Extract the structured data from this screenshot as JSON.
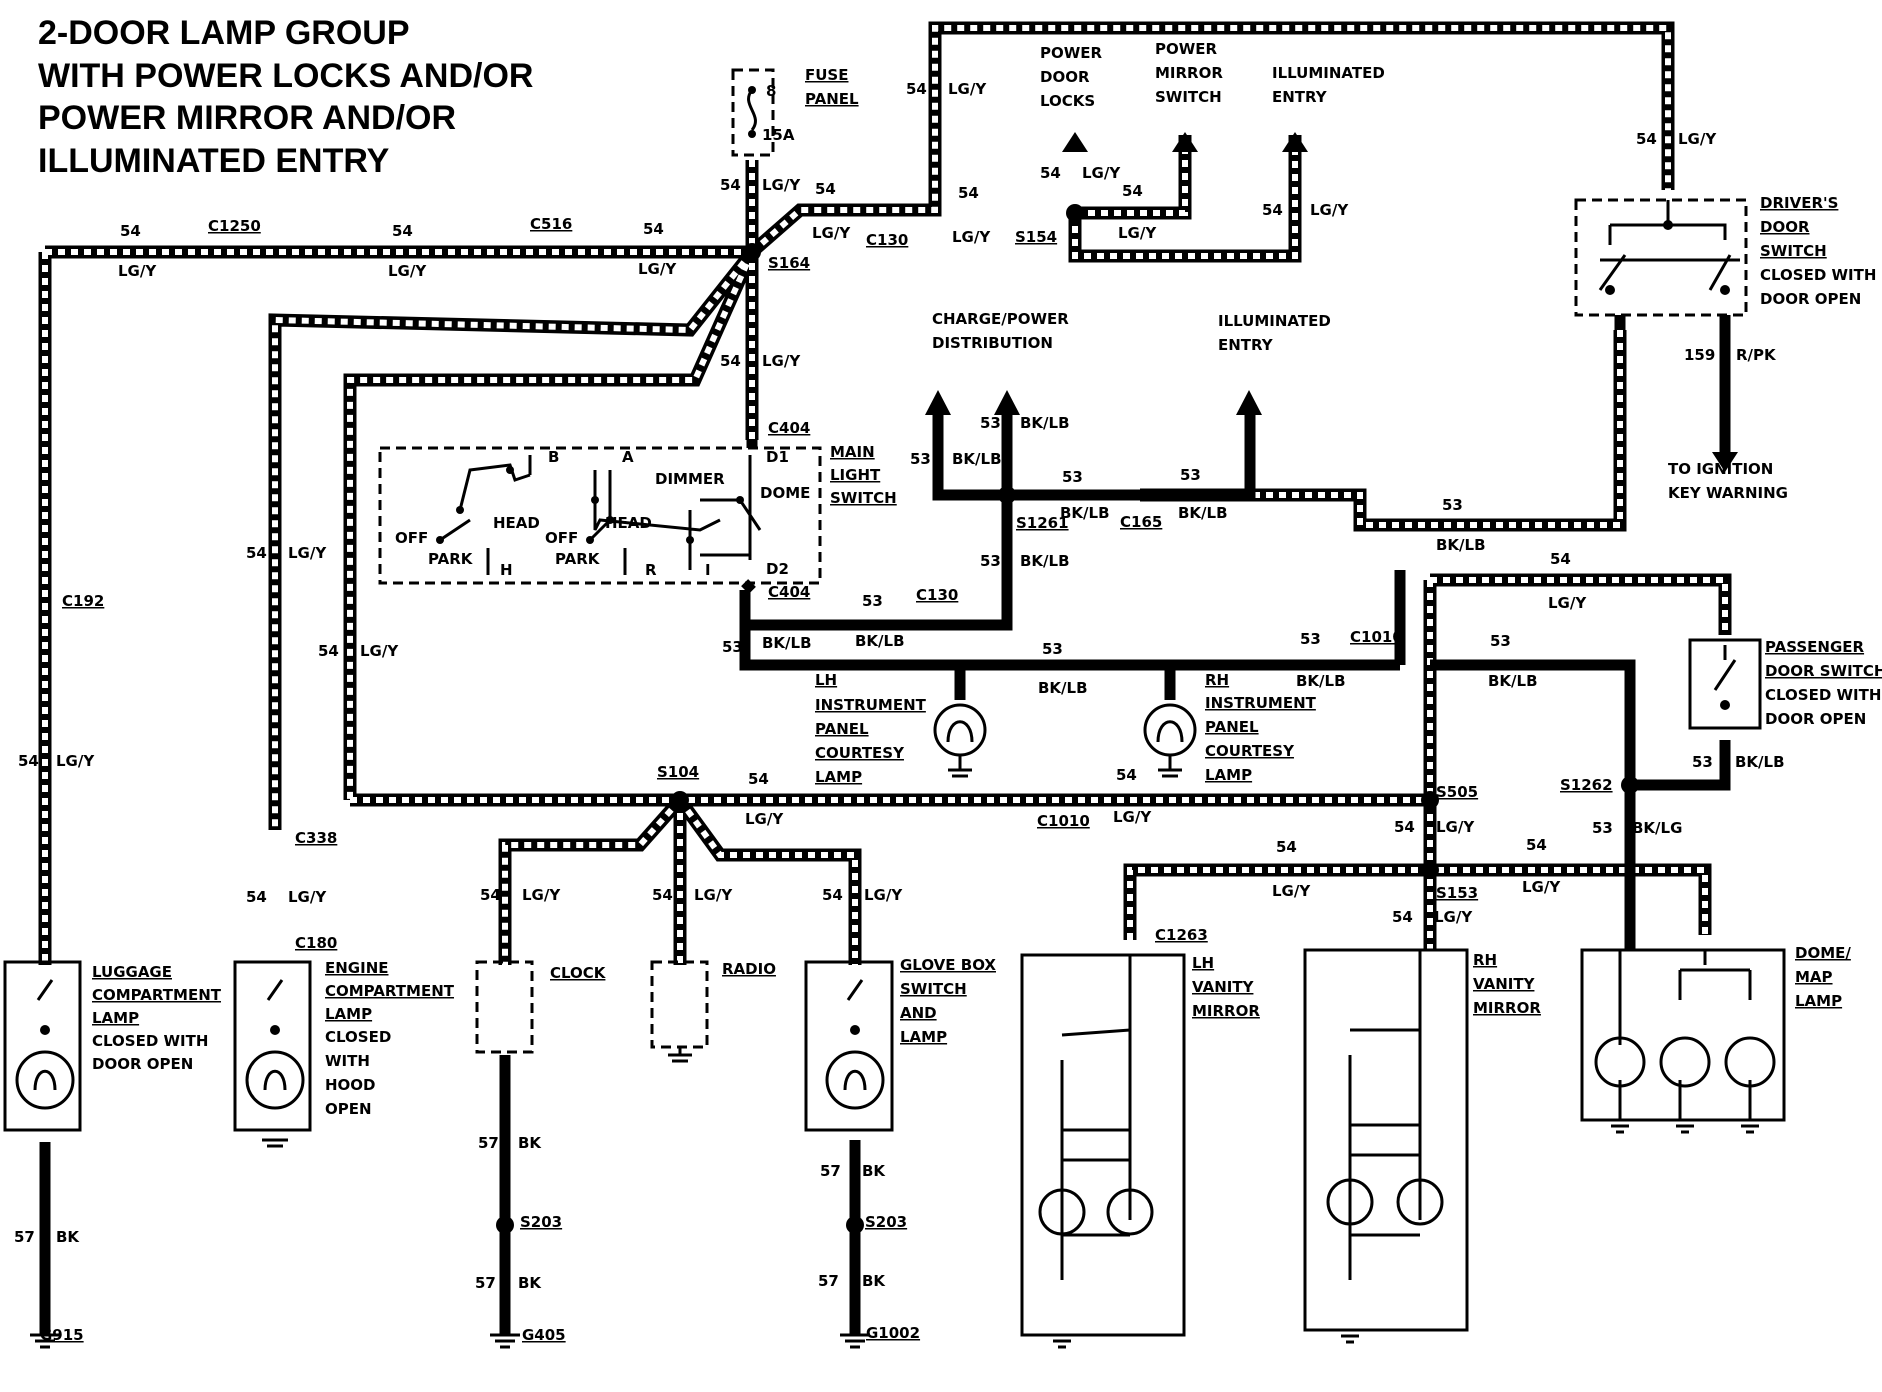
{
  "title": [
    "2-DOOR LAMP GROUP",
    "WITH POWER LOCKS AND/OR",
    "POWER MIRROR AND/OR",
    "ILLUMINATED ENTRY"
  ],
  "fuse": {
    "name_1": "FUSE",
    "name_2": "PANEL",
    "num": "8",
    "rating": "15A"
  },
  "destinations": {
    "power_door_locks": [
      "POWER",
      "DOOR",
      "LOCKS"
    ],
    "power_mirror_switch": [
      "POWER",
      "MIRROR",
      "SWITCH"
    ],
    "illuminated_entry_top": [
      "ILLUMINATED",
      "ENTRY"
    ],
    "charge_power": [
      "CHARGE/POWER",
      "DISTRIBUTION"
    ],
    "illuminated_entry_mid": [
      "ILLUMINATED",
      "ENTRY"
    ],
    "ignition": [
      "TO IGNITION",
      "KEY WARNING"
    ]
  },
  "connectors": {
    "c1250": "C1250",
    "c516": "C516",
    "c130a": "C130",
    "s154": "S154",
    "s164": "S164",
    "c404a": "C404",
    "c404b": "C404",
    "s1261": "S1261",
    "c165": "C165",
    "c130b": "C130",
    "c1010a": "C1010",
    "c1010b": "C1010",
    "c192": "C192",
    "c338": "C338",
    "c180": "C180",
    "s104": "S104",
    "s505": "S505",
    "s153": "S153",
    "s1262": "S1262",
    "c1263": "C1263",
    "s203a": "S203",
    "s203b": "S203",
    "g915": "G915",
    "g405": "G405",
    "g1002": "G1002"
  },
  "wires": {
    "w54": "54",
    "ly": "LG/Y",
    "w53": "53",
    "bklb": "BK/LB",
    "w57": "57",
    "bk": "BK",
    "w159": "159",
    "rpk": "R/PK",
    "bklg": "BK/LG"
  },
  "main_switch": {
    "name": [
      "MAIN",
      "LIGHT",
      "SWITCH"
    ],
    "b": "B",
    "a": "A",
    "d1": "D1",
    "d2": "D2",
    "dimmer": "DIMMER",
    "dome": "DOME",
    "head1": "HEAD",
    "head2": "HEAD",
    "off1": "OFF",
    "off2": "OFF",
    "park1": "PARK",
    "park2": "PARK",
    "h": "H",
    "r": "R",
    "i": "I"
  },
  "components": {
    "drivers_door": [
      "DRIVER'S",
      "DOOR",
      "SWITCH",
      "CLOSED WITH",
      "DOOR OPEN"
    ],
    "passenger_door": [
      "PASSENGER",
      "DOOR SWITCH",
      "CLOSED WITH",
      "DOOR OPEN"
    ],
    "lh_courtesy": [
      "LH",
      "INSTRUMENT",
      "PANEL",
      "COURTESY",
      "LAMP"
    ],
    "rh_courtesy": [
      "RH",
      "INSTRUMENT",
      "PANEL",
      "COURTESY",
      "LAMP"
    ],
    "luggage": [
      "LUGGAGE",
      "COMPARTMENT",
      "LAMP",
      "CLOSED WITH",
      "DOOR OPEN"
    ],
    "engine": [
      "ENGINE",
      "COMPARTMENT",
      "LAMP",
      "CLOSED",
      "WITH",
      "HOOD",
      "OPEN"
    ],
    "clock": "CLOCK",
    "radio": "RADIO",
    "glove": [
      "GLOVE BOX",
      "SWITCH",
      "AND",
      "LAMP"
    ],
    "lh_vanity": [
      "LH",
      "VANITY",
      "MIRROR"
    ],
    "rh_vanity": [
      "RH",
      "VANITY",
      "MIRROR"
    ],
    "dome_map": [
      "DOME/",
      "MAP",
      "LAMP"
    ]
  }
}
